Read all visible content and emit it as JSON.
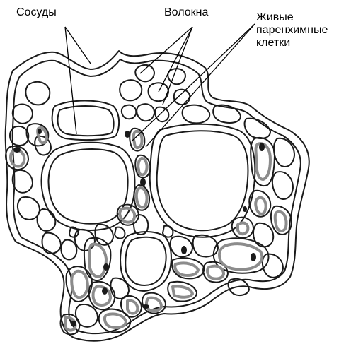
{
  "labels": {
    "vessels": "Сосуды",
    "fibers": "Волокна",
    "parenchyma_line1": "Живые",
    "parenchyma_line2": "паренхимные",
    "parenchyma_line3": "клетки"
  },
  "colors": {
    "wall": "#1a1a1a",
    "cytoplasm": "#8c8c8c",
    "nucleus": "#1a1a1a",
    "background": "#ffffff"
  }
}
